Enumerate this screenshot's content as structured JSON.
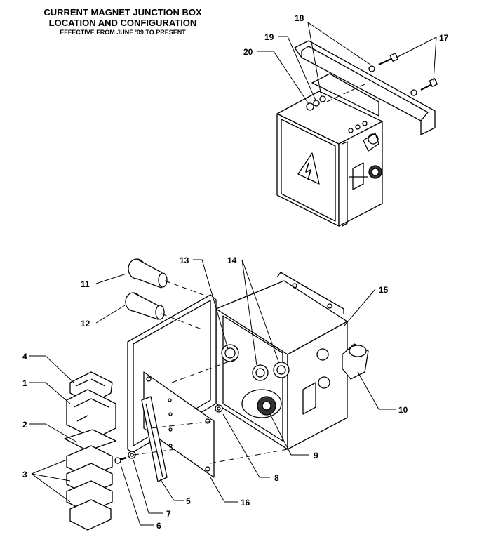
{
  "header": {
    "line1": "CURRENT MAGNET JUNCTION BOX",
    "line2": "LOCATION AND CONFIGURATION",
    "line3": "EFFECTIVE FROM JUNE '09 TO PRESENT"
  },
  "callouts": [
    "1",
    "2",
    "3",
    "4",
    "5",
    "6",
    "7",
    "8",
    "9",
    "10",
    "11",
    "12",
    "13",
    "14",
    "15",
    "16",
    "17",
    "18",
    "19",
    "20"
  ]
}
